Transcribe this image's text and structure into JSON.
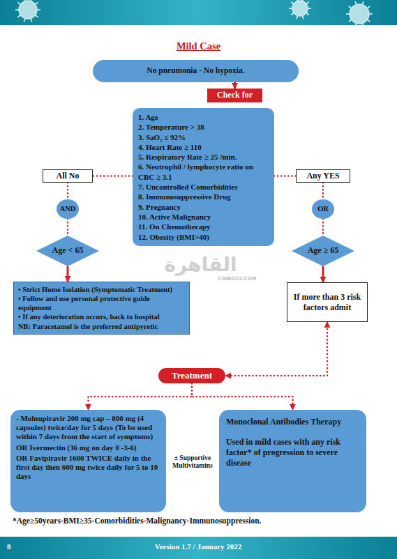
{
  "diagram": {
    "title": "Mild Case",
    "nodes": [
      {
        "text": [
          "No pneumonia - No hypoxia."
        ]
      },
      {
        "text": [
          "Check for"
        ]
      },
      {
        "text": [
          "1. Age",
          "2. Temperature > 38",
          "3. SaO₂ ≤ 92%",
          "4. Heart Rate ≥ 110",
          "5. Respiratory Rate ≥ 25 /min.",
          "6. Neutrophil / lymphocyte ratio on CBC ≥ 3.1",
          "7. Uncontrolled Comorbidities",
          "8. Immunosuppressive Drug",
          "9. Pregnancy",
          "10. Active Malignancy",
          "11. On Chemotherapy",
          "12. Obesity (BMI>40)"
        ]
      },
      {
        "text": [
          "All No"
        ]
      },
      {
        "text": [
          "AND"
        ]
      },
      {
        "text": [
          "Age < 65"
        ]
      },
      {
        "text": [
          "• Strict Home Isolation (Symptomatic Treatment)",
          "• Follow and use personal protective guide equipment",
          "• If any deterioration occurs, back to hospital",
          "NB: Paracetamol is the preferred antipyretic"
        ]
      },
      {
        "text": [
          "Any YES"
        ]
      },
      {
        "text": [
          "OR"
        ]
      },
      {
        "text": [
          "Age ≥ 65"
        ]
      },
      {
        "text": [
          "If more than 3 risk factors admit"
        ]
      },
      {
        "text": [
          "Treatment"
        ]
      },
      {
        "text": [
          "- Molnupiravir 200 mg cap – 800 mg (4 capsules) twice/day for 5 days (To be used within 7 days from the start of symptoms)",
          "OR Ivermectin (36 mg on day 0 -3-6)",
          "OR Favipiravir 1600 TWICE daily in the first day then 600 mg twice daily for 5 to 10 days"
        ]
      },
      {
        "text": [
          "Monoclonal Antibodies Therapy",
          "Used in mild cases with any risk factor* of progression to severe disease"
        ]
      }
    ],
    "edges": [
      {
        "from": 0,
        "to": 1,
        "arrow": "to"
      },
      {
        "from": 2,
        "to": 3,
        "arrow": "none"
      },
      {
        "from": 3,
        "to": 4,
        "arrow": "none"
      },
      {
        "from": 4,
        "to": 5,
        "arrow": "none"
      },
      {
        "from": 5,
        "to": 6,
        "arrow": "to"
      },
      {
        "from": 2,
        "to": 7,
        "arrow": "none"
      },
      {
        "from": 7,
        "to": 8,
        "arrow": "none"
      },
      {
        "from": 8,
        "to": 9,
        "arrow": "none"
      },
      {
        "from": 9,
        "to": 10,
        "arrow": "to"
      },
      {
        "from": 10,
        "to": 11,
        "arrow": "both"
      },
      {
        "from": 11,
        "to": 12,
        "arrow": "to"
      },
      {
        "from": 11,
        "to": 13,
        "arrow": "to"
      }
    ],
    "labels": [
      "± Supportive Multivitamins",
      "*Age≥50years-BMI≥35-Comorbidities-Malignancy-Immunosuppression.",
      "8",
      "Version 1.7 / January 2022",
      "القاهرة",
      "CAIRO24.COM"
    ]
  }
}
